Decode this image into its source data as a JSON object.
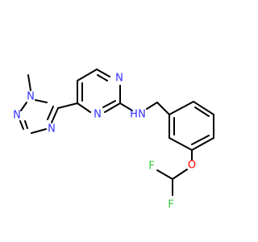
{
  "colors": {
    "bond": "#000000",
    "carbon_label": "#000000",
    "nitrogen": "#3333ff",
    "oxygen": "#ff0000",
    "fluorine": "#33cc33"
  },
  "atoms": {
    "n_pyr_top": "N",
    "n_pyr_bottom": "N",
    "n_amine": "N",
    "h_amine": "H",
    "n_triazole_1": "N",
    "n_triazole_2": "N",
    "n_triazole_4": "N",
    "o_ether": "O",
    "f_top": "F",
    "f_bottom": "F"
  }
}
